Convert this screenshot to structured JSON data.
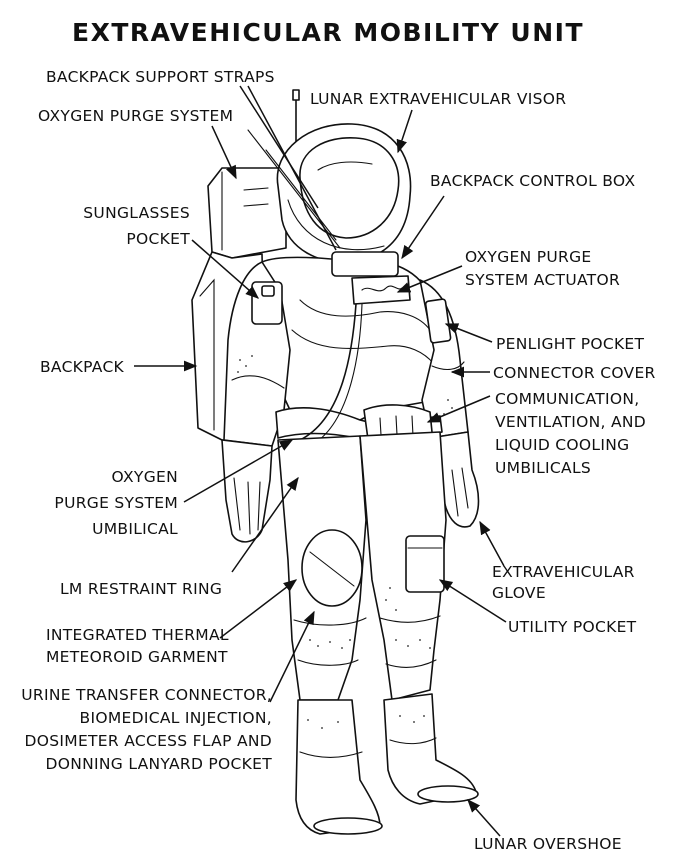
{
  "title": "EXTRAVEHICULAR MOBILITY UNIT",
  "labels": {
    "backpack_support_straps": "BACKPACK SUPPORT STRAPS",
    "lunar_visor": "LUNAR EXTRAVEHICULAR VISOR",
    "oxygen_purge_system": "OXYGEN PURGE SYSTEM",
    "backpack_control_box": "BACKPACK CONTROL BOX",
    "sunglasses_pocket": [
      "SUNGLASSES",
      "POCKET"
    ],
    "oxygen_purge_actuator": [
      "OXYGEN PURGE",
      "SYSTEM ACTUATOR"
    ],
    "penlight_pocket": "PENLIGHT POCKET",
    "backpack": "BACKPACK",
    "connector_cover": "CONNECTOR COVER",
    "umbilicals": [
      "COMMUNICATION,",
      "VENTILATION, AND",
      "LIQUID COOLING",
      "UMBILICALS"
    ],
    "oxygen_purge_umbilical": [
      "OXYGEN",
      "PURGE SYSTEM",
      "UMBILICAL"
    ],
    "lm_restraint_ring": "LM RESTRAINT RING",
    "extravehicular_glove": [
      "EXTRAVEHICULAR",
      "GLOVE"
    ],
    "integrated_garment": [
      "INTEGRATED THERMAL",
      "METEOROID GARMENT"
    ],
    "utility_pocket": "UTILITY POCKET",
    "urine_transfer": [
      "URINE TRANSFER CONNECTOR,",
      "BIOMEDICAL INJECTION,",
      "DOSIMETER ACCESS FLAP AND",
      "DONNING LANYARD POCKET"
    ],
    "lunar_overshoe": "LUNAR OVERSHOE"
  }
}
